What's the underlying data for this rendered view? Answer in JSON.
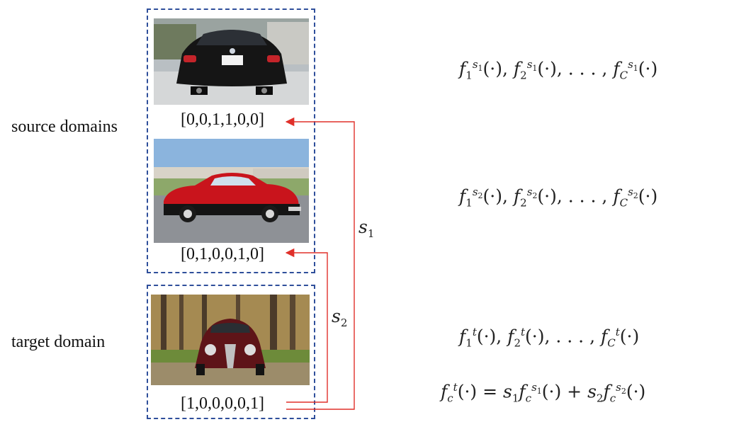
{
  "labels": {
    "source": "source domains",
    "target": "target domain"
  },
  "vectors": {
    "source1": "[0,0,1,1,0,0]",
    "source2": "[0,1,0,0,1,0]",
    "target": "[1,0,0,0,0,1]"
  },
  "weights": {
    "s1_base": "s",
    "s1_sub": "1",
    "s2_base": "s",
    "s2_sub": "2"
  },
  "images": {
    "source1": "black sedan rear view",
    "source2": "red and black classic car side view",
    "target": "dark red vintage car front view"
  },
  "colors": {
    "box_border": "#2f4f9b",
    "arrow": "#e0302a"
  }
}
